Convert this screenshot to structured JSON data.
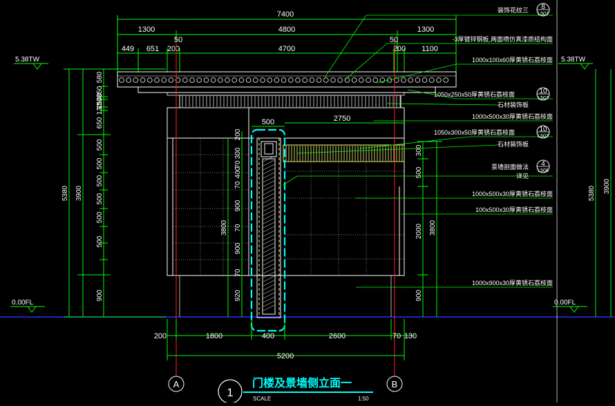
{
  "drawing": {
    "title": "门楼及景墙侧立面一",
    "scale_label": "SCALE",
    "scale_value": "1:50",
    "view_number": "1",
    "axes": [
      "A",
      "B"
    ],
    "levels": {
      "top_left": "5.38TW",
      "top_right": "5.38TW",
      "bottom_left": "0.00FL",
      "bottom_right": "0.00FL"
    }
  },
  "top_dims": {
    "row1": "7400",
    "row2": [
      "1300",
      "4800",
      "1300"
    ],
    "row2b": [
      "50",
      "50"
    ],
    "row3": [
      "449",
      "651",
      "200",
      "4700",
      "200",
      "1100"
    ]
  },
  "bottom_dims": {
    "row1": [
      "200",
      "1800",
      "400",
      "2600",
      "70",
      "130"
    ],
    "total": "5200"
  },
  "left_dims": {
    "outer_total": "5380",
    "stack": [
      "580",
      "350",
      "100",
      "250",
      "130",
      "650",
      "500",
      "500",
      "500",
      "500",
      "500",
      "500",
      "900"
    ],
    "mid": "3900"
  },
  "right_dims": {
    "outer_total": "5380",
    "mid": "3900",
    "right_stack": [
      "300",
      "500",
      "2000",
      "900"
    ],
    "inner": "3800"
  },
  "column_dims": {
    "width": "500",
    "span": "2750",
    "height": "3800",
    "stack": [
      "200",
      "300",
      "70",
      "400",
      "70",
      "900",
      "70",
      "900",
      "70",
      "920"
    ]
  },
  "callouts": [
    {
      "text": "装饰花纹三",
      "tag": "8",
      "sub": "L507"
    },
    {
      "text": "-3厚镀锌钢板,两面喷仿真漆质结构面"
    },
    {
      "text": "1000x100x60厚黄锈石荔枝面"
    },
    {
      "text": "1050x250x50厚黄锈石荔枝面",
      "tag": "10",
      "sub": "L507"
    },
    {
      "text": "石材装饰板"
    },
    {
      "text": "1000x500x30厚黄锈石荔枝面"
    },
    {
      "text": "1050x300x50厚黄锈石荔枝面",
      "tag": "10",
      "sub": "L507"
    },
    {
      "text": "石材装饰板"
    },
    {
      "text": "景墙剖面做法",
      "tag": "4",
      "sub": "L508"
    },
    {
      "text": "详见"
    },
    {
      "text": "1000x500x30厚黄锈石荔枝面"
    },
    {
      "text": "100x500x30厚黄锈石荔枝面"
    },
    {
      "text": "1000x900x30厚黄锈石荔枝面"
    }
  ],
  "colors": {
    "bg": "#000000",
    "dim": "#00ff00",
    "wall": "#ffffff",
    "axis": "#ff2020",
    "column": "#00ffff",
    "ground": "#2020ff",
    "hatch": "#ffff80"
  }
}
